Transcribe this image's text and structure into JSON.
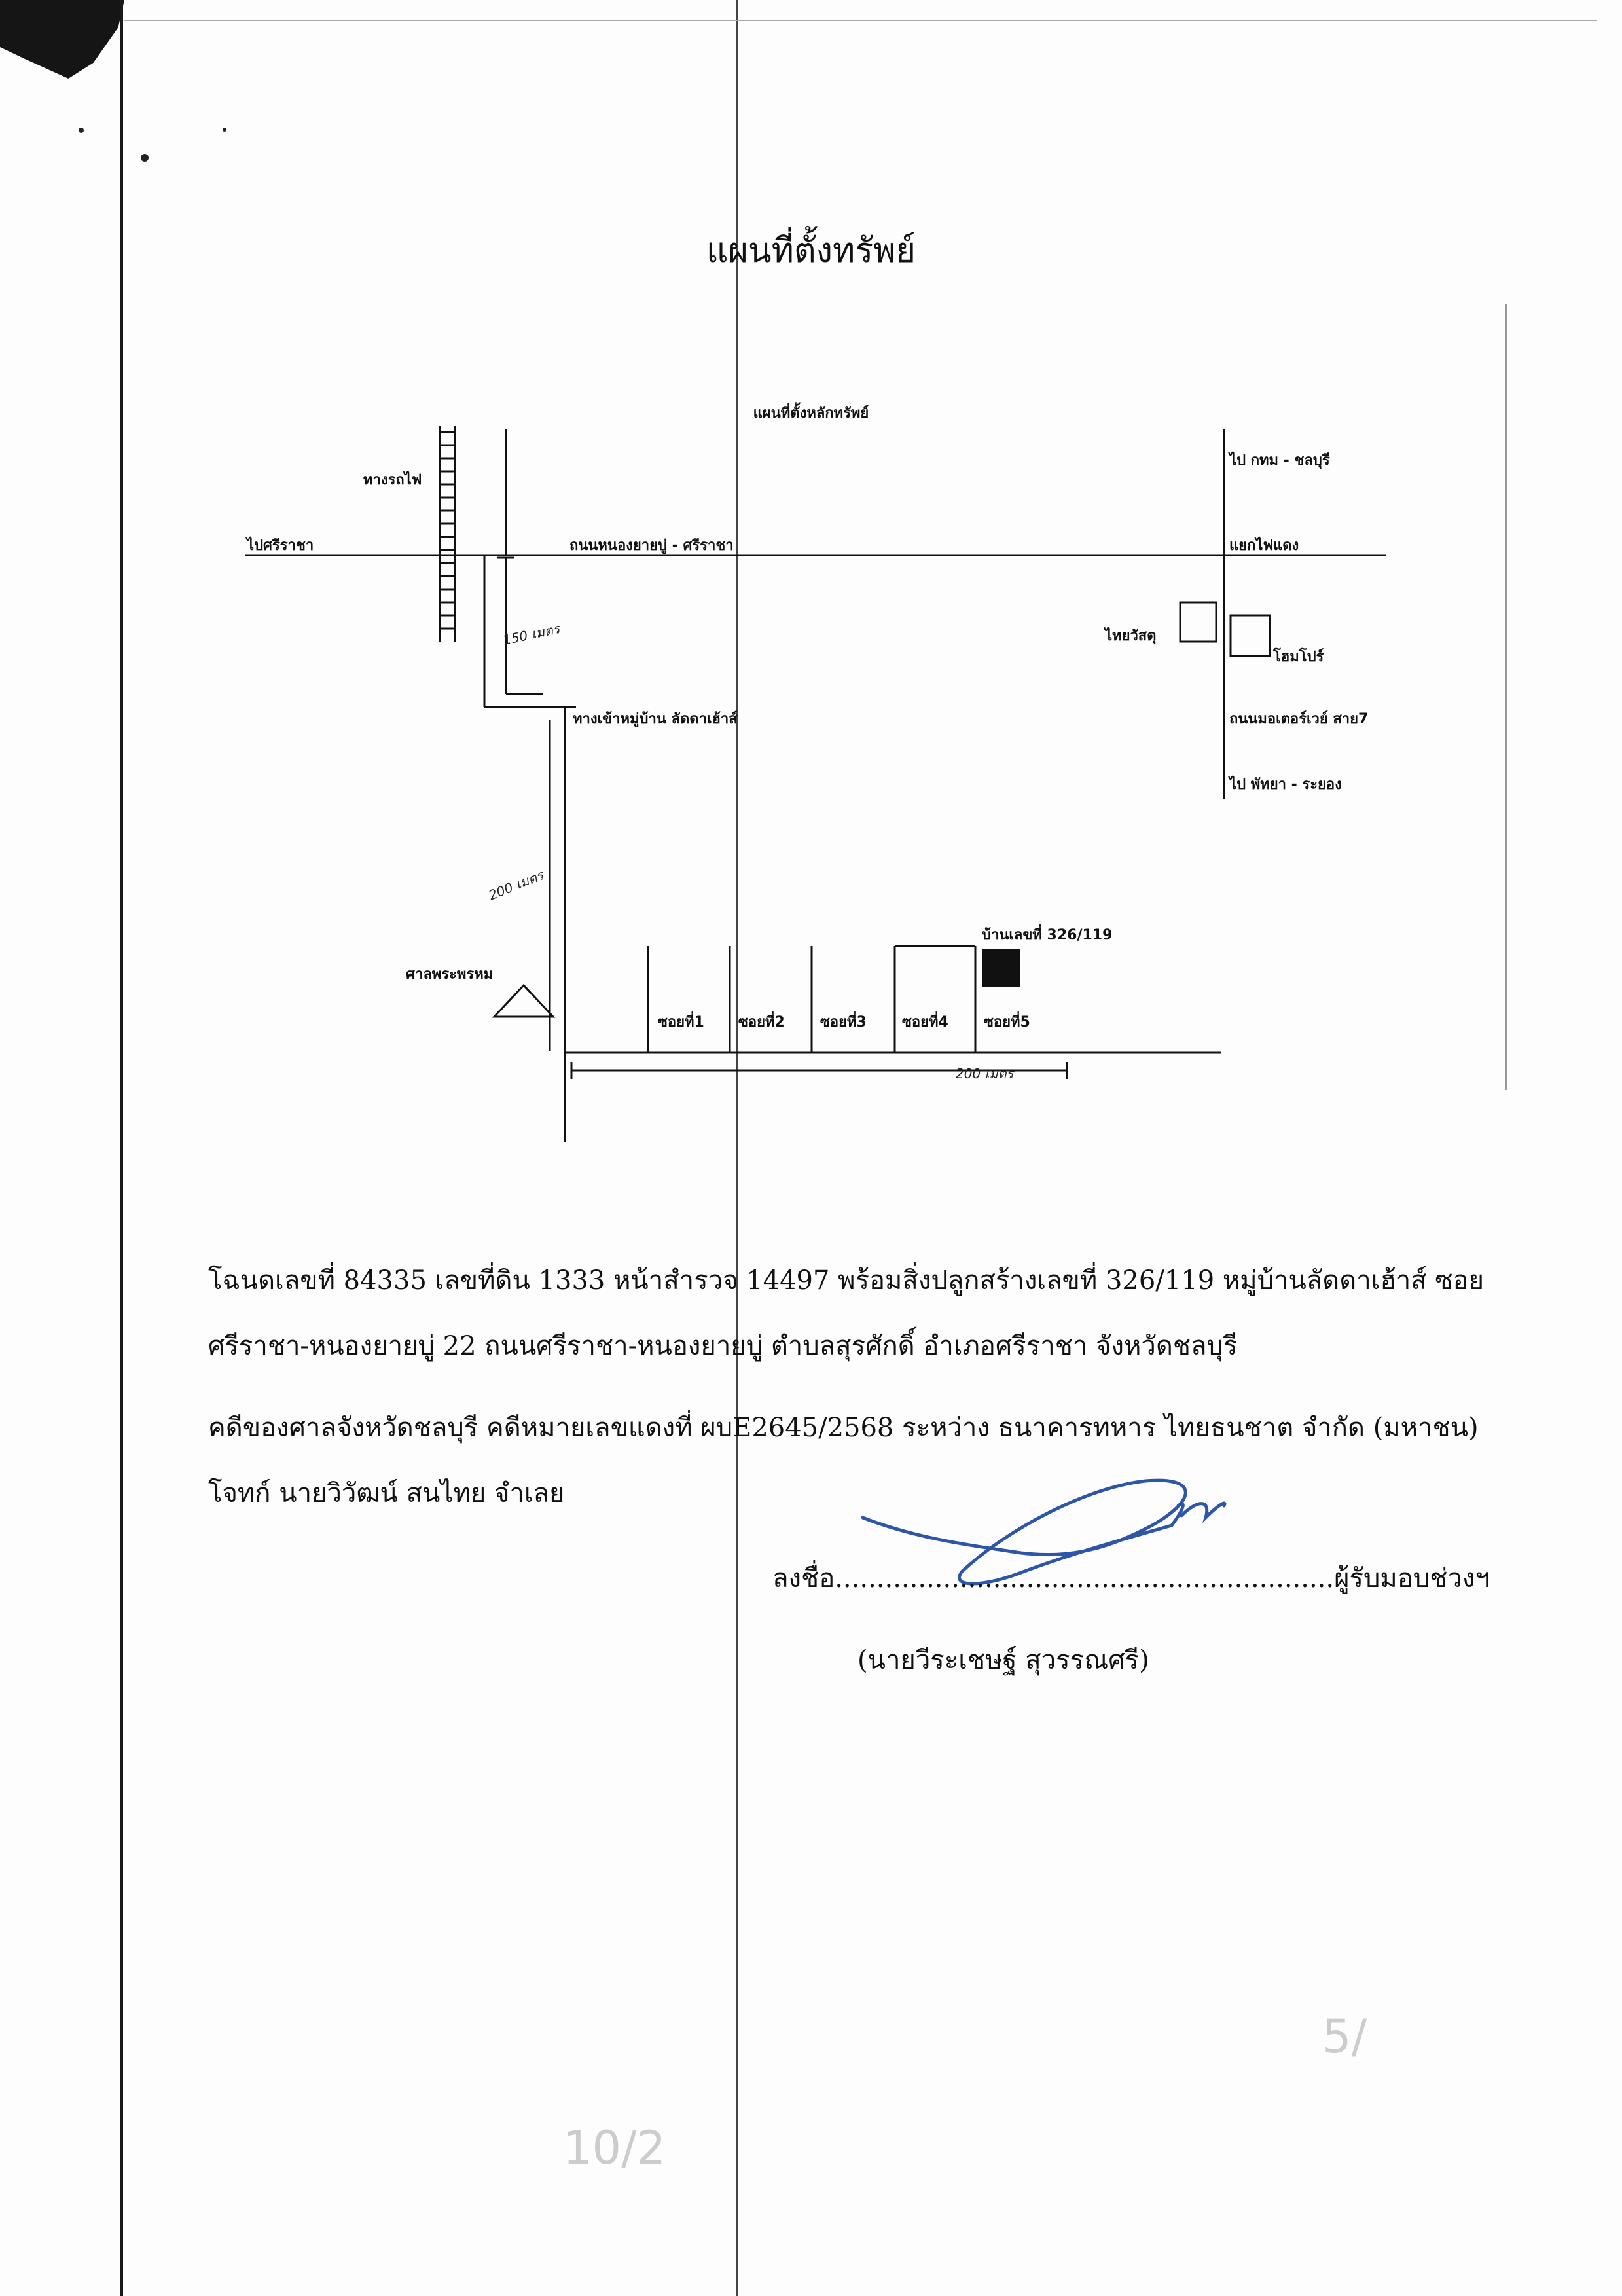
{
  "document": {
    "title": "แผนที่ตั้งทรัพย์",
    "map_title": "แผนที่ตั้งหลักทรัพย์"
  },
  "map_labels": {
    "railway": "ทางรถไฟ",
    "to_sriracha": "ไปศรีราชา",
    "main_road": "ถนนหนองยายบู่ - ศรีราชา",
    "to_bangkok": "ไป กทม - ชลบุรี",
    "traffic_light": "แยกไฟแดง",
    "thaiwatsadu": "ไทยวัสดุ",
    "homepro": "โฮมโปร์",
    "motorway": "ถนนมอเตอร์เวย์ สาย7",
    "to_pattaya": "ไป พัทยา - ระยอง",
    "village_entrance": "ทางเข้าหมู่บ้าน ลัดดาเฮ้าส์",
    "house": "บ้านเลขที่ 326/119",
    "shrine": "ศาลพระพรหม",
    "soi1": "ซอยที่1",
    "soi2": "ซอยที่2",
    "soi3": "ซอยที่3",
    "soi4": "ซอยที่4",
    "soi5": "ซอยที่5",
    "dist_150": "150 เมตร",
    "dist_200_vertical": "200 เมตร",
    "dist_200_horizontal": "200 เมตร"
  },
  "text": {
    "para1_line1": "โฉนดเลขที่ 84335 เลขที่ดิน 1333 หน้าสำรวจ 14497  พร้อมสิ่งปลูกสร้างเลขที่ 326/119 หมู่บ้านลัดดาเฮ้าส์ ซอย",
    "para1_line2": "ศรีราชา-หนองยายบู่ 22  ถนนศรีราชา-หนองยายบู่ ตำบลสุรศักดิ์ อำเภอศรีราชา จังหวัดชลบุรี",
    "para2_line1": "คดีของศาลจังหวัดชลบุรี คดีหมายเลขแดงที่ ผบE2645/2568 ระหว่าง ธนาคารทหาร ไทยธนชาต จำกัด (มหาชน)",
    "para2_line2": "โจทก์   นายวิวัฒน์  สนไทย จำเลย",
    "sign_line": "ลงชื่อ............................................................ผู้รับมอบช่วงฯ",
    "signer_name": "(นายวีระเชษฐ์ สุวรรณศรี)",
    "page_mark": "10/2",
    "corner_mark": "5/"
  },
  "colors": {
    "signature_ink": "#2d55a8",
    "ink": "#111111"
  }
}
